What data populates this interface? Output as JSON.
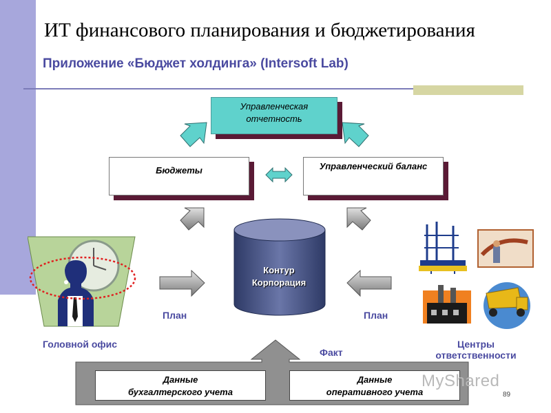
{
  "header": {
    "title": "ИТ финансового планирования и бюджетирования",
    "subtitle": "Приложение «Бюджет холдинга» (Intersoft Lab)"
  },
  "diagram": {
    "reporting_line1": "Управленческая",
    "reporting_line2": "отчетность",
    "budgets": "Бюджеты",
    "balance": "Управленческий баланс",
    "db_line1": "Контур",
    "db_line2": "Корпорация",
    "plan_left": "План",
    "plan_right": "План",
    "fact": "Факт",
    "head_office": "Головной офис",
    "centers_line1": "Центры",
    "centers_line2": "ответственности",
    "acc_line1": "Данные",
    "acc_line2": "бухгалтерского учета",
    "op_line1": "Данные",
    "op_line2": "оперативного учета"
  },
  "footer": {
    "page_number": "89",
    "watermark": "MyShared"
  },
  "colors": {
    "accent_blue": "#4a4aa0",
    "teal": "#5fd2cc",
    "sidebar": "#a7a7dc",
    "shadow": "#5a1a35"
  }
}
